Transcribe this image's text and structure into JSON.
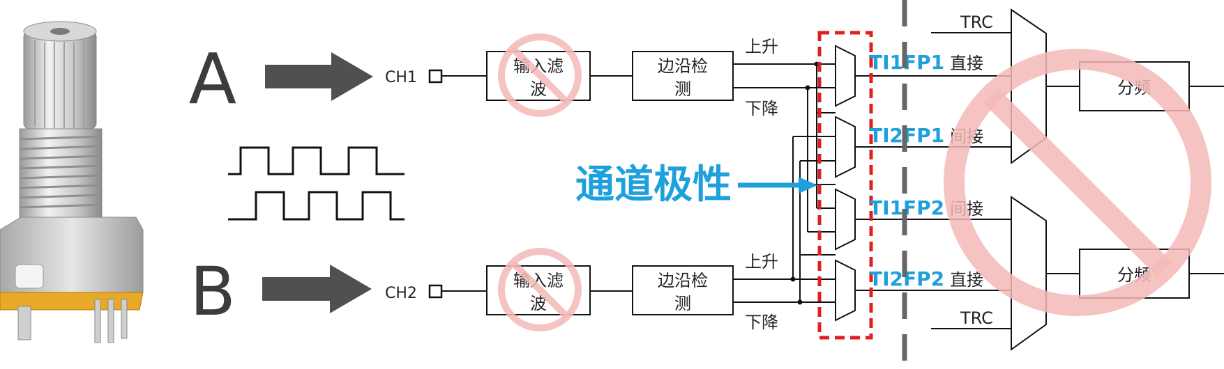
{
  "signals": {
    "a": "A",
    "b": "B",
    "ch1": "CH1",
    "ch2": "CH2"
  },
  "blocks": {
    "filter_line1": "输入滤",
    "filter_line2": "波",
    "edge_line1": "边沿检",
    "edge_line2": "测",
    "divider": "分频"
  },
  "edges": {
    "rise": "上升",
    "fall": "下降"
  },
  "outputs": {
    "ti1fp1": "TI1FP1",
    "ti2fp1": "TI2FP1",
    "ti1fp2": "TI1FP2",
    "ti2fp2": "TI2FP2",
    "direct": "直接",
    "indirect": "间接",
    "trc": "TRC"
  },
  "annotation": {
    "polarity": "通道极性"
  },
  "colors": {
    "accent": "#1ea0dc",
    "highlight": "#e02020",
    "disabled": "#f7c4c4",
    "arrow": "#505050",
    "line": "#1a1a1a"
  }
}
